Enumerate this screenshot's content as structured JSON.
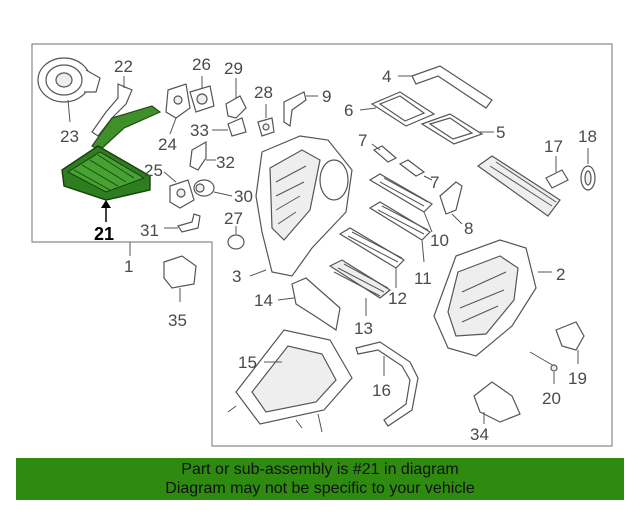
{
  "highlight_color": "#2e7d1e",
  "footer_bg": "#2e8b10",
  "footer": {
    "line1": "Part or sub-assembly is #21 in diagram",
    "line2": "Diagram may not be specific to your vehicle"
  },
  "callouts": {
    "c1": "1",
    "c2": "2",
    "c3": "3",
    "c4": "4",
    "c5": "5",
    "c6": "6",
    "c7a": "7",
    "c7b": "7",
    "c8": "8",
    "c9": "9",
    "c10": "10",
    "c11": "11",
    "c12": "12",
    "c13": "13",
    "c14": "14",
    "c15": "15",
    "c16": "16",
    "c17": "17",
    "c18": "18",
    "c19": "19",
    "c20": "20",
    "c21": "21",
    "c22": "22",
    "c23": "23",
    "c24": "24",
    "c25": "25",
    "c26": "26",
    "c27": "27",
    "c28": "28",
    "c29": "29",
    "c30": "30",
    "c31": "31",
    "c32": "32",
    "c33": "33",
    "c34": "34",
    "c35": "35"
  }
}
